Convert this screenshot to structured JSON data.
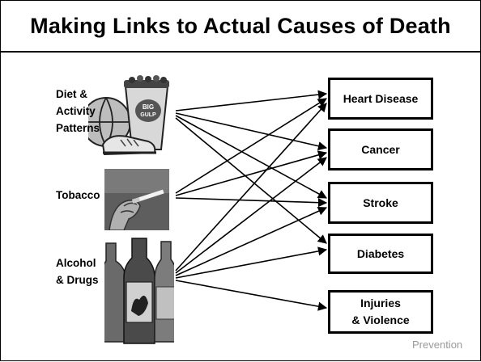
{
  "slide": {
    "title": "Making Links to Actual Causes of Death",
    "footer": "Prevention"
  },
  "causes": [
    {
      "id": "diet",
      "lines": [
        "Diet &",
        "Activity",
        "Patterns"
      ],
      "image": "fast-food-cup-basketball-sneaker"
    },
    {
      "id": "tobacco",
      "lines": [
        "Tobacco"
      ],
      "image": "hand-holding-cigarette"
    },
    {
      "id": "alcohol",
      "lines": [
        "Alcohol",
        "& Drugs"
      ],
      "image": "liquor-bottles"
    }
  ],
  "outcomes": [
    {
      "id": "heart",
      "lines": [
        "Heart Disease"
      ]
    },
    {
      "id": "cancer",
      "lines": [
        "Cancer"
      ]
    },
    {
      "id": "stroke",
      "lines": [
        "Stroke"
      ]
    },
    {
      "id": "diabetes",
      "lines": [
        "Diabetes"
      ]
    },
    {
      "id": "injuries",
      "lines": [
        "Injuries",
        "& Violence"
      ]
    }
  ],
  "links": [
    {
      "from": "diet",
      "to": "heart"
    },
    {
      "from": "diet",
      "to": "cancer"
    },
    {
      "from": "diet",
      "to": "stroke"
    },
    {
      "from": "diet",
      "to": "diabetes"
    },
    {
      "from": "tobacco",
      "to": "heart"
    },
    {
      "from": "tobacco",
      "to": "cancer"
    },
    {
      "from": "tobacco",
      "to": "stroke"
    },
    {
      "from": "alcohol",
      "to": "heart"
    },
    {
      "from": "alcohol",
      "to": "cancer"
    },
    {
      "from": "alcohol",
      "to": "stroke"
    },
    {
      "from": "alcohol",
      "to": "diabetes"
    },
    {
      "from": "alcohol",
      "to": "injuries"
    }
  ],
  "colors": {
    "ink": "#000000",
    "background": "#ffffff",
    "footer": "#9a9a9a"
  }
}
